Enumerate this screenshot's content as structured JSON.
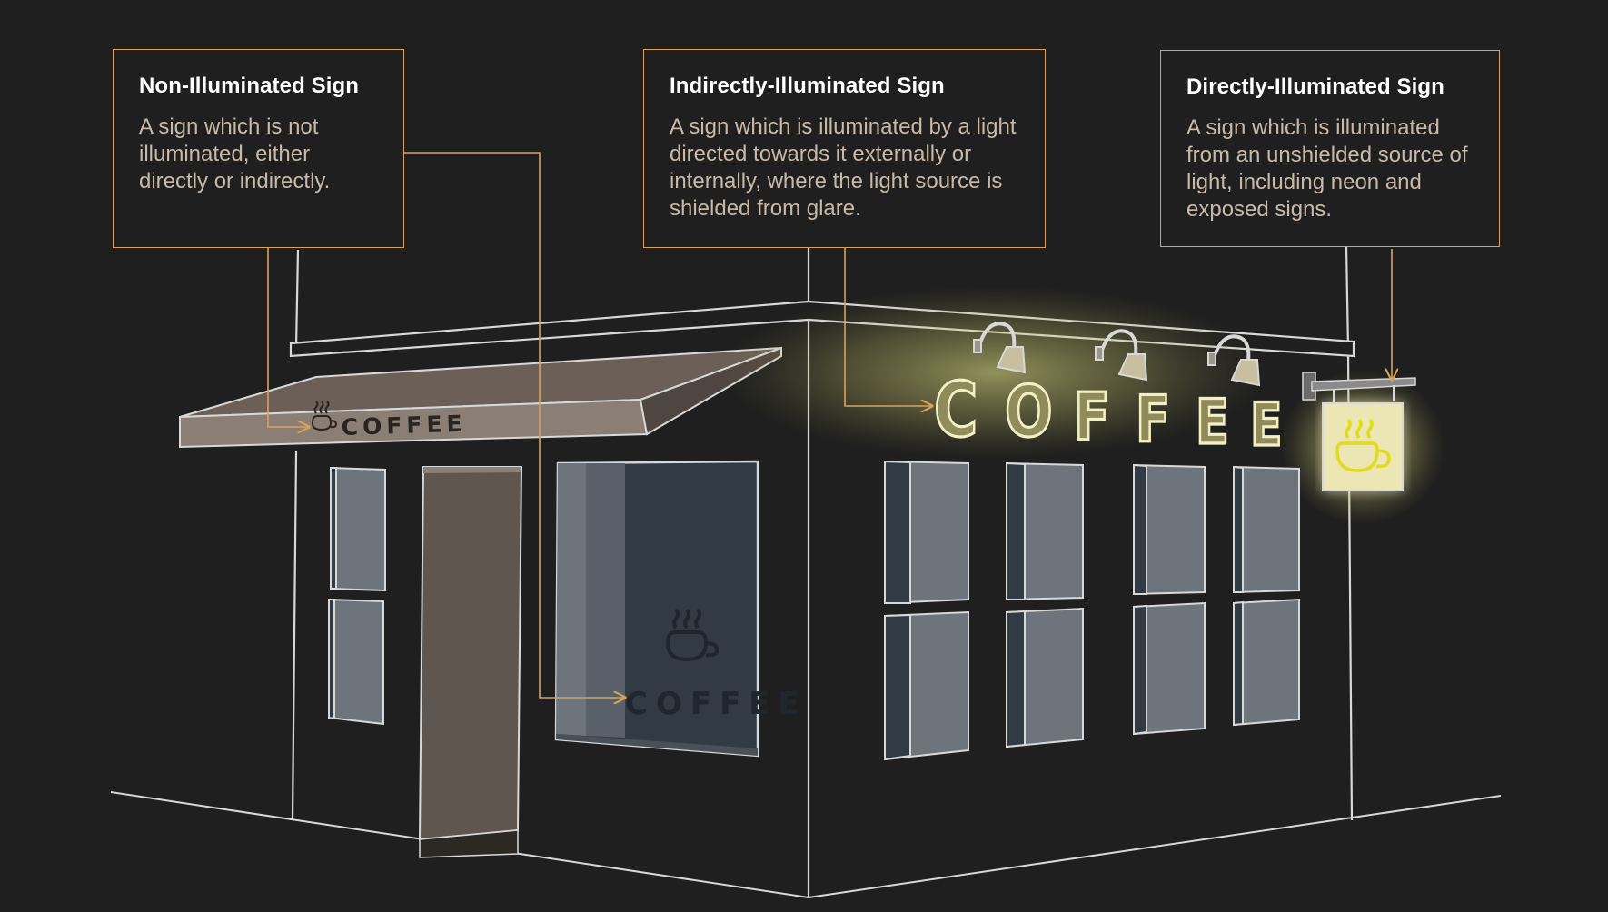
{
  "callouts": [
    {
      "title": "Non-Illuminated Sign",
      "description": "A sign which is not illuminated, either directly or indirectly."
    },
    {
      "title": "Indirectly-Illuminated Sign",
      "description": "A sign which is illuminated by a light directed towards it externally or internally, where the light source is shielded from glare."
    },
    {
      "title": "Directly-Illuminated Sign",
      "description": "A sign which is illuminated from an unshielded source of light, including neon and exposed signs."
    }
  ],
  "signs": {
    "awning_text": "COFFEE",
    "window_text": "COFFEE",
    "wall_letters": [
      "C",
      "O",
      "F",
      "F",
      "E",
      "E"
    ]
  },
  "colors": {
    "background": "#1f1f1f",
    "outline": "#d8d8d8",
    "callout_border": "#d9a25a",
    "leader_line": "#d9a25a",
    "glow": "#f2ee8a",
    "awning": "#6b5f57",
    "door": "#5f5650",
    "window_glass": "#6e747c",
    "window_dark": "#323a44"
  },
  "icons": [
    "steaming-cup-icon",
    "gooseneck-lamp-icon",
    "arrow-head-icon"
  ]
}
